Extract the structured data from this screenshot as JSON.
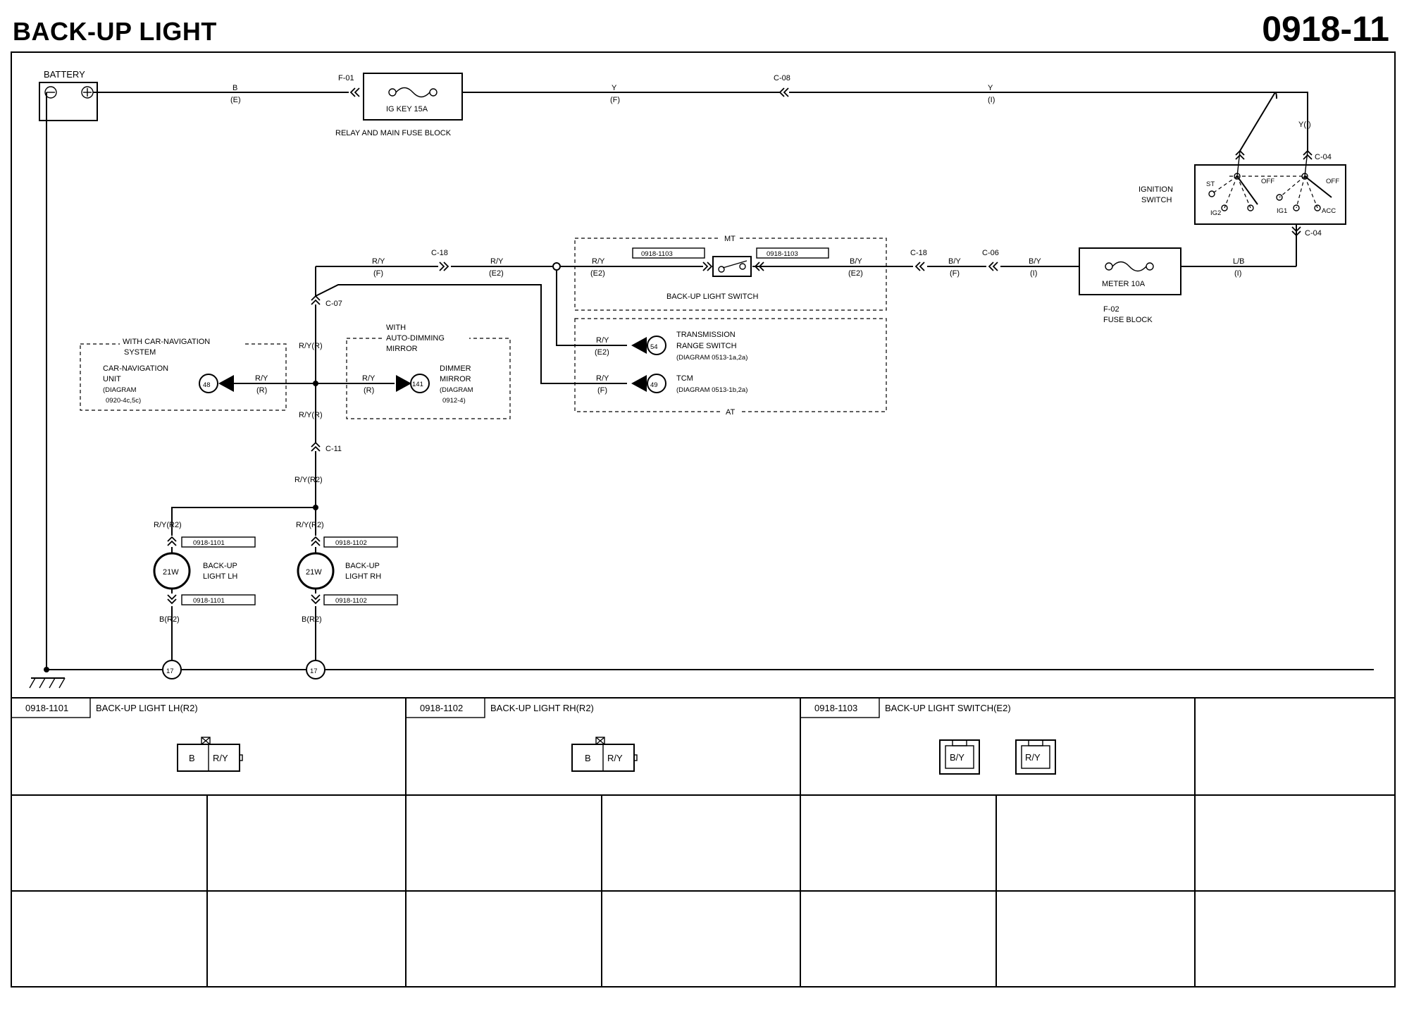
{
  "header": {
    "title": "BACK-UP LIGHT",
    "code": "0918-11"
  },
  "battery": {
    "label": "BATTERY"
  },
  "wires": {
    "b_e": [
      "B",
      "(E)"
    ],
    "y_f": [
      "Y",
      "(F)"
    ],
    "y_i": [
      "Y",
      "(I)"
    ],
    "y_i2": "Y(I)",
    "ry_f": [
      "R/Y",
      "(F)"
    ],
    "ry_e2_top": [
      "R/Y",
      "(E2)"
    ],
    "ry_e2_mt": [
      "R/Y",
      "(E2)"
    ],
    "by_e2": [
      "B/Y",
      "(E2)"
    ],
    "by_f": [
      "B/Y",
      "(F)"
    ],
    "by_i": [
      "B/Y",
      "(I)"
    ],
    "lb_i": [
      "L/B",
      "(I)"
    ],
    "ry_r_main": "R/Y(R)",
    "ry_r_lower": "R/Y(R)",
    "ry_r2_trunk": "R/Y(R2)",
    "ry_r2_lh": "R/Y(R2)",
    "ry_r2_rh": "R/Y(R2)",
    "b_r2_lh": "B(R2)",
    "b_r2_rh": "B(R2)",
    "ry_r_nav": [
      "R/Y",
      "(R)"
    ],
    "ry_r_mirror": [
      "R/Y",
      "(R)"
    ],
    "ry_e2_trs": [
      "R/Y",
      "(E2)"
    ],
    "ry_f_tcm": [
      "R/Y",
      "(F)"
    ]
  },
  "connectors": {
    "f01": "F-01",
    "c08": "C-08",
    "c04_top": "C-04",
    "c04_bot": "C-04",
    "c18_top": "C-18",
    "c18_right": "C-18",
    "c06": "C-06",
    "c07": "C-07",
    "c11": "C-11"
  },
  "fuses": {
    "ig_key": "IG KEY 15A",
    "relay_block": "RELAY AND MAIN FUSE BLOCK",
    "meter": "METER 10A",
    "f02": "F-02",
    "fuse_block": "FUSE BLOCK"
  },
  "ignition": {
    "label": [
      "IGNITION",
      "SWITCH"
    ],
    "positions": {
      "st": "ST",
      "ig2": "IG2",
      "off1": "OFF",
      "off2": "OFF",
      "ig1": "IG1",
      "acc": "ACC"
    }
  },
  "mt_group": {
    "tag": "MT",
    "ref_left": "0918-1103",
    "ref_right": "0918-1103",
    "switch_label": "BACK-UP LIGHT SWITCH"
  },
  "at_group": {
    "tag": "AT",
    "trs_pin": "54",
    "trs_label": [
      "TRANSMISSION",
      "RANGE SWITCH",
      "(DIAGRAM  0513-1a,2a)"
    ],
    "tcm_pin": "49",
    "tcm_label": [
      "TCM",
      "(DIAGRAM  0513-1b,2a)"
    ]
  },
  "nav_group": {
    "title": [
      "WITH CAR-NAVIGATION",
      "SYSTEM"
    ],
    "unit": [
      "CAR-NAVIGATION",
      "UNIT",
      "(DIAGRAM",
      "0920-4c,5c)"
    ],
    "pin": "48"
  },
  "mirror_group": {
    "title": [
      "WITH",
      "AUTO-DIMMING",
      "MIRROR"
    ],
    "unit": [
      "DIMMER",
      "MIRROR",
      "(DIAGRAM",
      "0912-4)"
    ],
    "pin": "141"
  },
  "lamps": {
    "lh": {
      "watt": "21W",
      "label": [
        "BACK-UP",
        "LIGHT LH"
      ],
      "ref_top": "0918-1101",
      "ref_bot": "0918-1101"
    },
    "rh": {
      "watt": "21W",
      "label": [
        "BACK-UP",
        "LIGHT RH"
      ],
      "ref_top": "0918-1102",
      "ref_bot": "0918-1102"
    }
  },
  "grounds": {
    "g1": "17",
    "g2": "17"
  },
  "connector_table": [
    {
      "code": "0918-1101",
      "name": "BACK-UP LIGHT LH(R2)",
      "pins": [
        "B",
        "R/Y"
      ]
    },
    {
      "code": "0918-1102",
      "name": "BACK-UP LIGHT RH(R2)",
      "pins": [
        "B",
        "R/Y"
      ]
    },
    {
      "code": "0918-1103",
      "name": "BACK-UP LIGHT SWITCH(E2)",
      "pins": [
        "B/Y",
        "R/Y"
      ]
    }
  ]
}
